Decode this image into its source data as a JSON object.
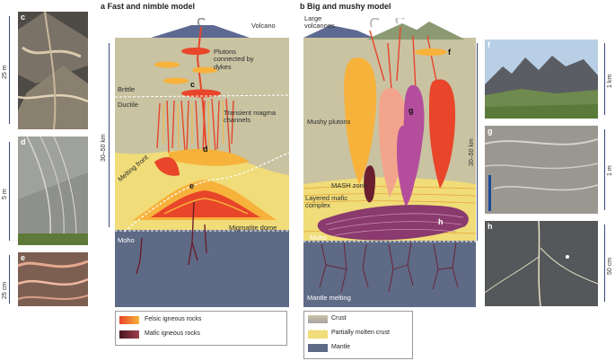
{
  "panel_a": {
    "letter": "a",
    "title": "Fast and nimble model",
    "labels": {
      "volcano": "Volcano",
      "plutons": "Plutons connected by dykes",
      "brittle": "Brittle",
      "ductile": "Ductile",
      "transient": "Transient magma channels",
      "melting_front": "Melting front",
      "migmatite": "Migmatite dome",
      "moho": "Moho"
    },
    "markers": {
      "c": "c",
      "d": "d",
      "e": "e"
    },
    "depth": "30–50 km",
    "legend": {
      "felsic": "Felsic igneous rocks",
      "mafic": "Mafic igneous rocks"
    }
  },
  "panel_b": {
    "letter": "b",
    "title": "Big and mushy model",
    "labels": {
      "large_volcanoes": "Large volcanoes",
      "mushy_plutons": "Mushy plutons",
      "mash": "MASH zone",
      "layered": "Layered mafic complex",
      "moho": "Moho",
      "mantle_melting": "Mantle melting"
    },
    "markers": {
      "f": "f",
      "g": "g",
      "h": "h"
    },
    "depth": "30–50 km",
    "legend": {
      "crust": "Crust",
      "partial": "Partially molten crust",
      "mantle": "Mantle"
    }
  },
  "photos": {
    "c": {
      "tag": "c",
      "scale": "25 m"
    },
    "d": {
      "tag": "d",
      "scale": "5 m"
    },
    "e": {
      "tag": "e",
      "scale": "25 cm"
    },
    "f": {
      "tag": "f",
      "scale": "1 km"
    },
    "g": {
      "tag": "g",
      "scale": "1 m"
    },
    "h": {
      "tag": "h",
      "scale": "50 cm"
    }
  },
  "colors": {
    "crust": "#c9c3a2",
    "partial_melt": "#f0dc78",
    "mantle": "#5e6a86",
    "felsic_dark": "#e8452a",
    "felsic_light": "#f7b23b",
    "mafic": "#6b1f2e",
    "volcano": "#5d6991"
  }
}
